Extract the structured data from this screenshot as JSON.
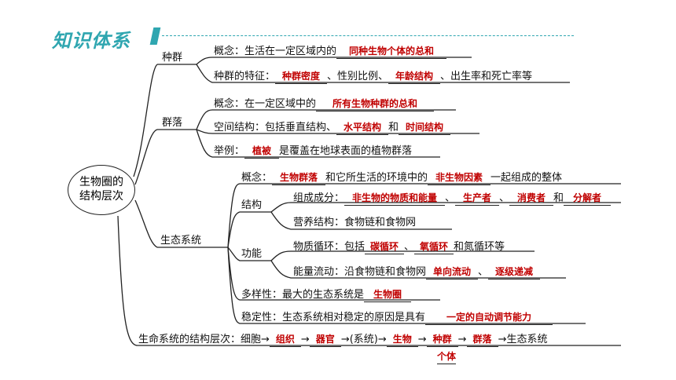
{
  "header": {
    "title": "知识体系"
  },
  "root": {
    "line1": "生物圈的",
    "line2": "结构层次"
  },
  "branches": {
    "zhongqun": "种群",
    "qunluo": "群落",
    "shengtai": "生态系统",
    "jiegou": "结构",
    "gongneng": "功能"
  },
  "rows": {
    "r1": {
      "a": "概念：生活在一定区域内的",
      "b": "同种生物个体的总和"
    },
    "r2": {
      "a": "种群的特征：",
      "b": "种群密度",
      "c": "、性别比例、",
      "d": "年龄结构",
      "e": "、出生率和死亡率等"
    },
    "r3": {
      "a": "概念：在一定区域中的",
      "b": "所有生物种群的总和"
    },
    "r4": {
      "a": "空间结构：包括垂直结构、",
      "b": "水平结构",
      "c": "和",
      "d": "时间结构"
    },
    "r5": {
      "a": "举例：",
      "b": "植被",
      "c": "是覆盖在地球表面的植物群落"
    },
    "r6": {
      "a": "概念：",
      "b": "生物群落",
      "c": "和它所生活的环境中的",
      "d": "非生物因素",
      "e": "一起组成的整体"
    },
    "r7": {
      "a": "组成成分：",
      "b": "非生物的物质和能量",
      "c": "、",
      "d": "生产者",
      "e": "、",
      "f": "消费者",
      "g": "和",
      "h": "分解者"
    },
    "r8": {
      "a": "营养结构：食物链和食物网"
    },
    "r9": {
      "a": "物质循环：包括",
      "b": "碳循环",
      "c": "、",
      "d": "氧循环",
      "e": "和氮循环等"
    },
    "r10": {
      "a": "能量流动：沿食物链和食物网",
      "b": "单向流动",
      "c": "、",
      "d": "逐级递减"
    },
    "r11": {
      "a": "多样性：最大的生态系统是",
      "b": "生物圈"
    },
    "r12": {
      "a": "稳定性：生态系统相对稳定的原因是具有",
      "b": "一定的自动调节能力"
    },
    "r13": {
      "a": "生命系统的结构层次：细胞→",
      "b": "组织",
      "c": "→",
      "d": "器官",
      "e": "→(系统)→",
      "f": "生物",
      "g": "→",
      "h": "种群",
      "i": "→",
      "j": "群落",
      "k": "→生态系统",
      "l": "个体"
    }
  }
}
